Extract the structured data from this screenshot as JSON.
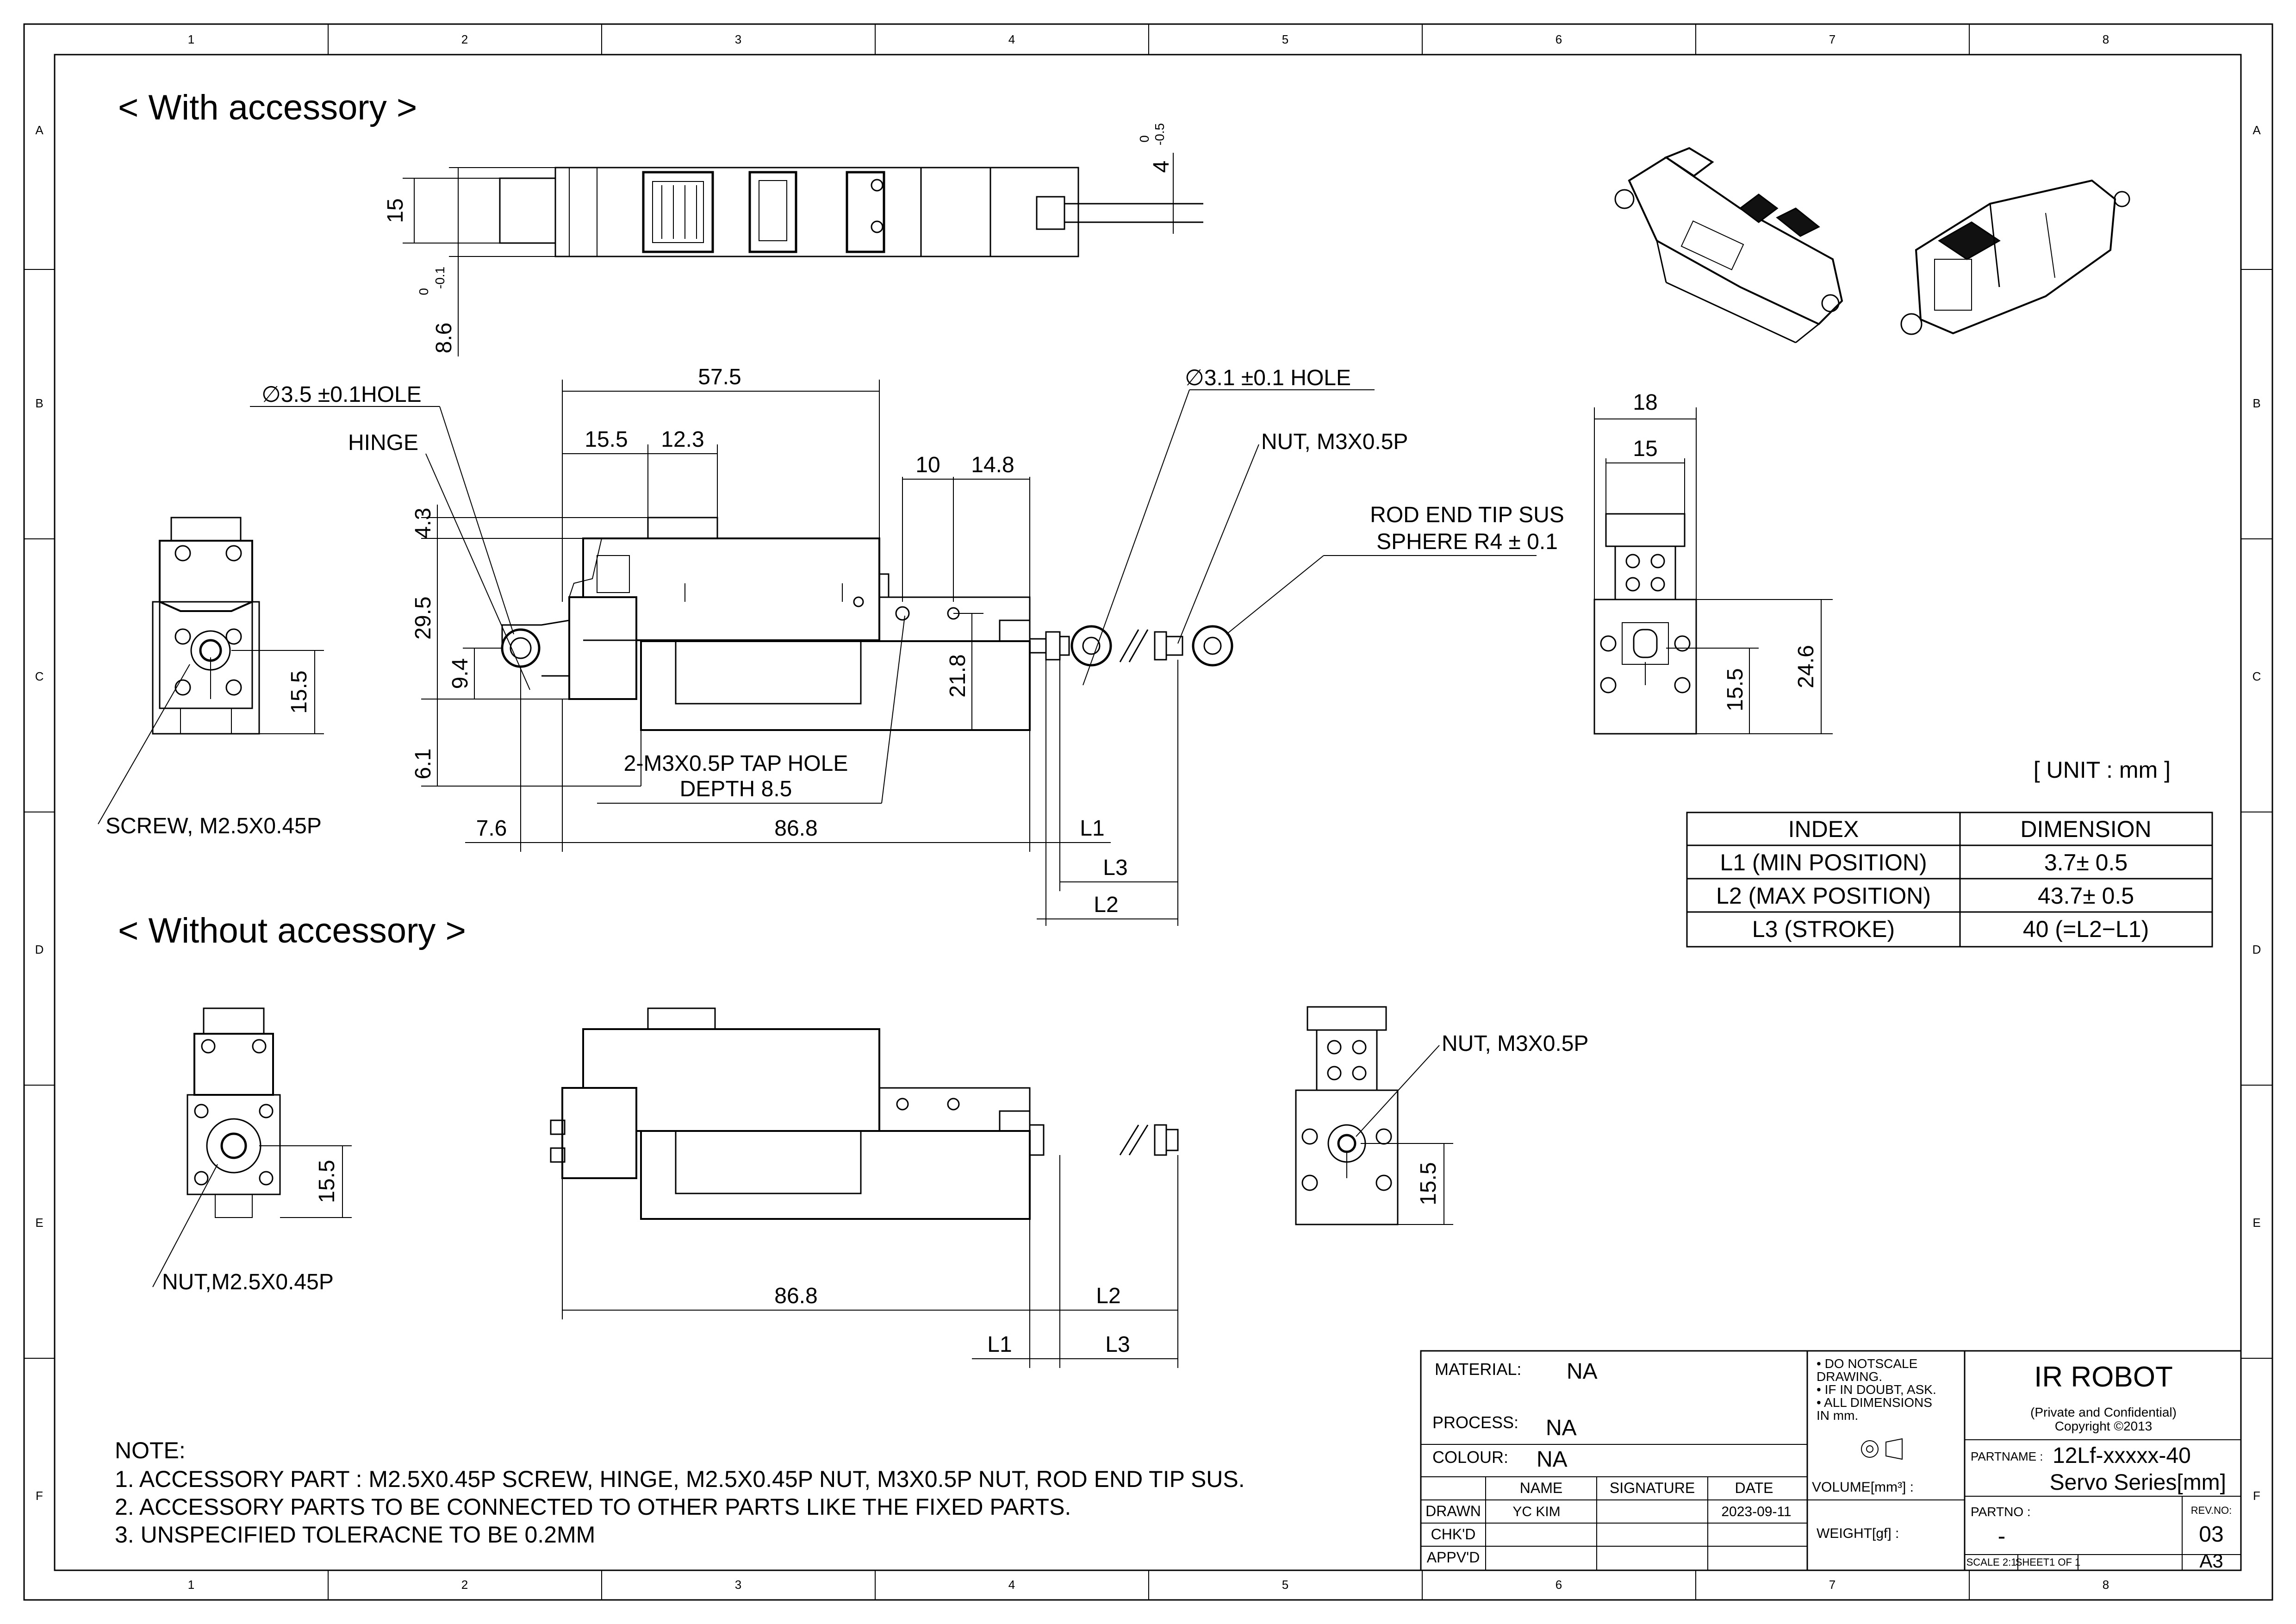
{
  "frame": {
    "col_labels": [
      "1",
      "2",
      "3",
      "4",
      "5",
      "6",
      "7",
      "8"
    ],
    "row_labels": [
      "A",
      "B",
      "C",
      "D",
      "E",
      "F"
    ]
  },
  "sections": {
    "with_accessory": "< With accessory >",
    "without_accessory": "< Without accessory >"
  },
  "dims_with": {
    "d15": "15",
    "d86_main": "8.6",
    "d86_upper": "0",
    "d86_lower": "-0.1",
    "d4_main": "4",
    "d4_upper": "0",
    "d4_lower": "-0.5",
    "d575": "57.5",
    "d155": "15.5",
    "d123": "12.3",
    "d10": "10",
    "d148": "14.8",
    "d43": "4.3",
    "d295": "29.5",
    "d94": "9.4",
    "d61": "6.1",
    "d218": "21.8",
    "d76": "7.6",
    "d868": "86.8",
    "L1": "L1",
    "L3": "L3",
    "L2": "L2",
    "left_155": "15.5",
    "right_18": "18",
    "right_15": "15",
    "right_155": "15.5",
    "right_246": "24.6"
  },
  "callouts_with": {
    "hole35": "∅3.5 ±0.1HOLE",
    "hinge": "HINGE",
    "hole31": "∅3.1 ±0.1 HOLE",
    "nut": "NUT, M3X0.5P",
    "rod1": "ROD END TIP SUS",
    "rod2": "SPHERE R4 ± 0.1",
    "tap1": "2-M3X0.5P TAP HOLE",
    "tap2": "DEPTH 8.5",
    "screw": "SCREW, M2.5X0.45P"
  },
  "dims_without": {
    "left_155": "15.5",
    "d868": "86.8",
    "L2": "L2",
    "L1": "L1",
    "L3": "L3",
    "right_155": "15.5"
  },
  "callouts_without": {
    "nut_m25": "NUT,M2.5X0.45P",
    "nut_m3": "NUT, M3X0.5P"
  },
  "unit": "[ UNIT : mm ]",
  "table": {
    "headers": [
      "INDEX",
      "DIMENSION"
    ],
    "rows": [
      [
        "L1 (MIN POSITION)",
        "3.7± 0.5"
      ],
      [
        "L2 (MAX POSITION)",
        "43.7± 0.5"
      ],
      [
        "L3 (STROKE)",
        "40 (=L2−L1)"
      ]
    ]
  },
  "notes": [
    "NOTE:",
    "1. ACCESSORY PART :  M2.5X0.45P SCREW, HINGE, M2.5X0.45P NUT, M3X0.5P NUT, ROD END TIP SUS.",
    "2. ACCESSORY PARTS TO BE CONNECTED TO OTHER PARTS LIKE THE  FIXED PARTS.",
    "3. UNSPECIFIED TOLERACNE TO BE 0.2MM"
  ],
  "title_block": {
    "material_label": "MATERIAL:",
    "material": "NA",
    "process_label": "PROCESS:",
    "process": "NA",
    "colour_label": "COLOUR:",
    "colour": "NA",
    "col_name": "NAME",
    "col_signature": "SIGNATURE",
    "col_date": "DATE",
    "drawn_label": "DRAWN",
    "drawn_name": "YC KIM",
    "drawn_date": "2023-09-11",
    "chkd_label": "CHK'D",
    "apvd_label": "APPV'D",
    "notes": [
      "• DO NOTSCALE",
      "  DRAWING.",
      "• IF IN DOUBT, ASK.",
      "• ALL DIMENSIONS",
      "  IN mm."
    ],
    "volume_label": "VOLUME[mm³] :",
    "weight_label": "WEIGHT[gf] :",
    "company": "IR ROBOT",
    "confidential": "(Private and Confidential)",
    "copyright": "Copyright ©2013",
    "partname_label": "PARTNAME :",
    "partname1": "12Lf-xxxxx-40",
    "partname2": "Servo Series[mm]",
    "partno_label": "PARTNO :",
    "partno": "-",
    "revno_label": "REV.NO:",
    "revno": "03",
    "scale": "SCALE  2:1",
    "sheet": "SHEET1 OF 1",
    "size": "A3"
  }
}
